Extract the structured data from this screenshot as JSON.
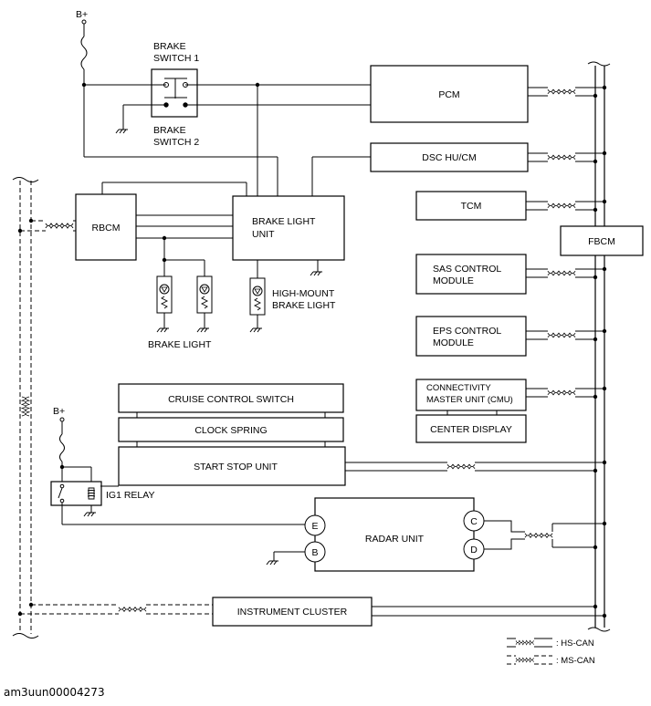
{
  "power": {
    "bplus_top": "B+",
    "bplus_mid": "B+"
  },
  "modules": {
    "brake_switch_1": [
      "BRAKE",
      "SWITCH 1"
    ],
    "brake_switch_2": [
      "BRAKE",
      "SWITCH 2"
    ],
    "pcm": "PCM",
    "dsc": "DSC HU/CM",
    "tcm": "TCM",
    "fbcm": "FBCM",
    "rbcm": "RBCM",
    "brake_light_unit": [
      "BRAKE LIGHT",
      "UNIT"
    ],
    "sas": [
      "SAS CONTROL",
      "MODULE"
    ],
    "eps": [
      "EPS CONTROL",
      "MODULE"
    ],
    "cmu": [
      "CONNECTIVITY",
      "MASTER UNIT (CMU)"
    ],
    "center_display": "CENTER DISPLAY",
    "cruise_switch": "CRUISE CONTROL SWITCH",
    "clock_spring": "CLOCK SPRING",
    "start_stop": "START STOP UNIT",
    "ig1_relay": "IG1 RELAY",
    "radar": "RADAR UNIT",
    "instrument_cluster": "INSTRUMENT CLUSTER"
  },
  "lamps": {
    "brake_light": "BRAKE LIGHT",
    "high_mount": [
      "HIGH-MOUNT",
      "BRAKE LIGHT"
    ]
  },
  "radar_pins": {
    "e": "E",
    "b": "B",
    "c": "C",
    "d": "D"
  },
  "legend": {
    "hs_can": ": HS-CAN",
    "ms_can": ": MS-CAN"
  },
  "caption": "am3uun00004273"
}
